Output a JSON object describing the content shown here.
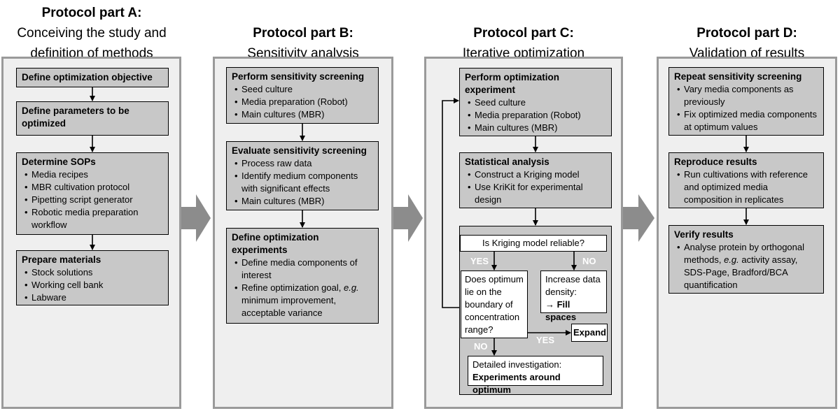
{
  "part_a": {
    "title": "Protocol part A:",
    "subtitle_line1": "Conceiving the study and",
    "subtitle_line2": "definition of methods",
    "box1_title": "Define optimization objective",
    "box2_title_line1": "Define parameters to be",
    "box2_title_line2": "optimized",
    "box3_title": "Determine SOPs",
    "box3_items": [
      "Media recipes",
      "MBR cultivation protocol",
      "Pipetting script generator",
      "Robotic media preparation workflow"
    ],
    "box4_title": "Prepare materials",
    "box4_items": [
      "Stock solutions",
      "Working cell bank",
      "Labware"
    ]
  },
  "part_b": {
    "title": "Protocol part B:",
    "subtitle": "Sensitivity analysis",
    "box1_title": "Perform sensitivity screening",
    "box1_items": [
      "Seed culture",
      "Media preparation (Robot)",
      "Main cultures (MBR)"
    ],
    "box2_title": "Evaluate sensitivity screening",
    "box2_items": [
      "Process raw data",
      "Identify medium components with significant effects",
      "Main cultures (MBR)"
    ],
    "box3_title_line1": "Define optimization",
    "box3_title_line2": "experiments",
    "box3_items": [
      "Define media components of interest"
    ],
    "box3_item2_prefix": "Refine optimization goal, ",
    "box3_item2_eg": "e.g.",
    "box3_item2_suffix": " minimum improvement, acceptable variance"
  },
  "part_c": {
    "title": "Protocol part C:",
    "subtitle": "Iterative optimization",
    "box1_title_line1": "Perform optimization",
    "box1_title_line2": "experiment",
    "box1_items": [
      "Seed culture",
      "Media preparation (Robot)",
      "Main cultures (MBR)"
    ],
    "box2_title": "Statistical analysis",
    "box2_items": [
      "Construct a Kriging model",
      "Use KriKit for  experimental design"
    ],
    "question": "Is Kriging model reliable?",
    "yes1": "YES",
    "no1": "NO",
    "optimum_q": "Does optimum lie on the boundary of concentration range?",
    "increase_line1": "Increase data",
    "increase_line2": "density:",
    "fill_spaces": "→ Fill spaces",
    "expand": "Expand",
    "yes2": "YES",
    "no2": "NO",
    "detail_line1": "Detailed investigation:",
    "detail_line2": "Experiments around optimum"
  },
  "part_d": {
    "title": "Protocol part D:",
    "subtitle": "Validation of results",
    "box1_title": "Repeat sensitivity screening",
    "box1_items": [
      "Vary media components as previously",
      "Fix optimized media components at optimum values"
    ],
    "box2_title": "Reproduce results",
    "box2_items": [
      "Run cultivations with reference and optimized media composition in replicates"
    ],
    "box3_title": "Verify results",
    "box3_item_prefix": "Analyse protein by orthogonal methods, ",
    "box3_item_eg": "e.g.",
    "box3_item_suffix": " activity assay, SDS-Page, Bradford/BCA quantification"
  }
}
